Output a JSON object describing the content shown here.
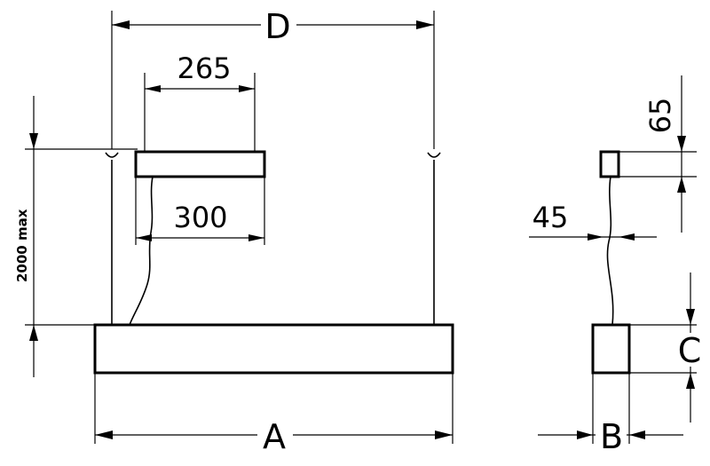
{
  "labels": {
    "D": "D",
    "A": "A",
    "B": "B",
    "C": "C",
    "w265": "265",
    "w300": "300",
    "h65": "65",
    "w45": "45",
    "h2000": "2000 max"
  }
}
